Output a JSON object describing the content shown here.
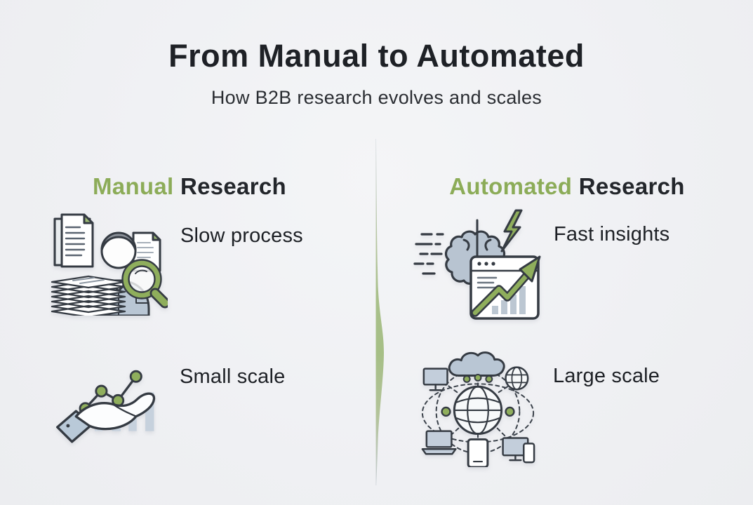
{
  "page": {
    "background_color": "#f0f1f3",
    "accent_green": "#8cac58",
    "text_dark": "#1e2126",
    "icon_blue": "#b9c6d4",
    "icon_outline": "#353b43"
  },
  "header": {
    "title": "From Manual to Automated",
    "subtitle": "How B2B research evolves and scales"
  },
  "columns": {
    "left": {
      "heading_accent": "Manual",
      "heading_rest": " Research",
      "items": [
        {
          "label": "Slow process",
          "icon": "documents-person-magnifier-icon"
        },
        {
          "label": "Small scale",
          "icon": "hand-holding-chart-icon"
        }
      ]
    },
    "right": {
      "heading_accent": "Automated",
      "heading_rest": " Research",
      "items": [
        {
          "label": "Fast insights",
          "icon": "brain-lightning-growth-chart-icon"
        },
        {
          "label": "Large scale",
          "icon": "network-globe-devices-icon"
        }
      ]
    }
  },
  "divider": {
    "name": "tapered-center-divider",
    "top_color": "#c6cdd4",
    "middle_color": "#a2bc80",
    "bottom_color": "#c3cad2"
  }
}
